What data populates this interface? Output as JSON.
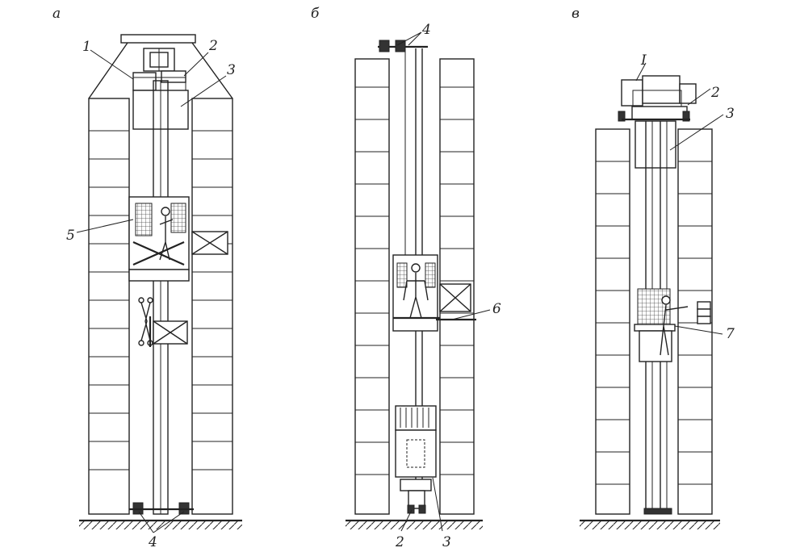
{
  "panels": [
    {
      "letter": "а",
      "labels": [
        "1",
        "2",
        "3",
        "5",
        "4"
      ]
    },
    {
      "letter": "б",
      "labels": [
        "4",
        "6",
        "2",
        "3"
      ]
    },
    {
      "letter": "в",
      "labels": [
        "I",
        "2",
        "3",
        "7"
      ]
    }
  ],
  "colors": {
    "ink": "#222222",
    "paper": "#ffffff"
  }
}
